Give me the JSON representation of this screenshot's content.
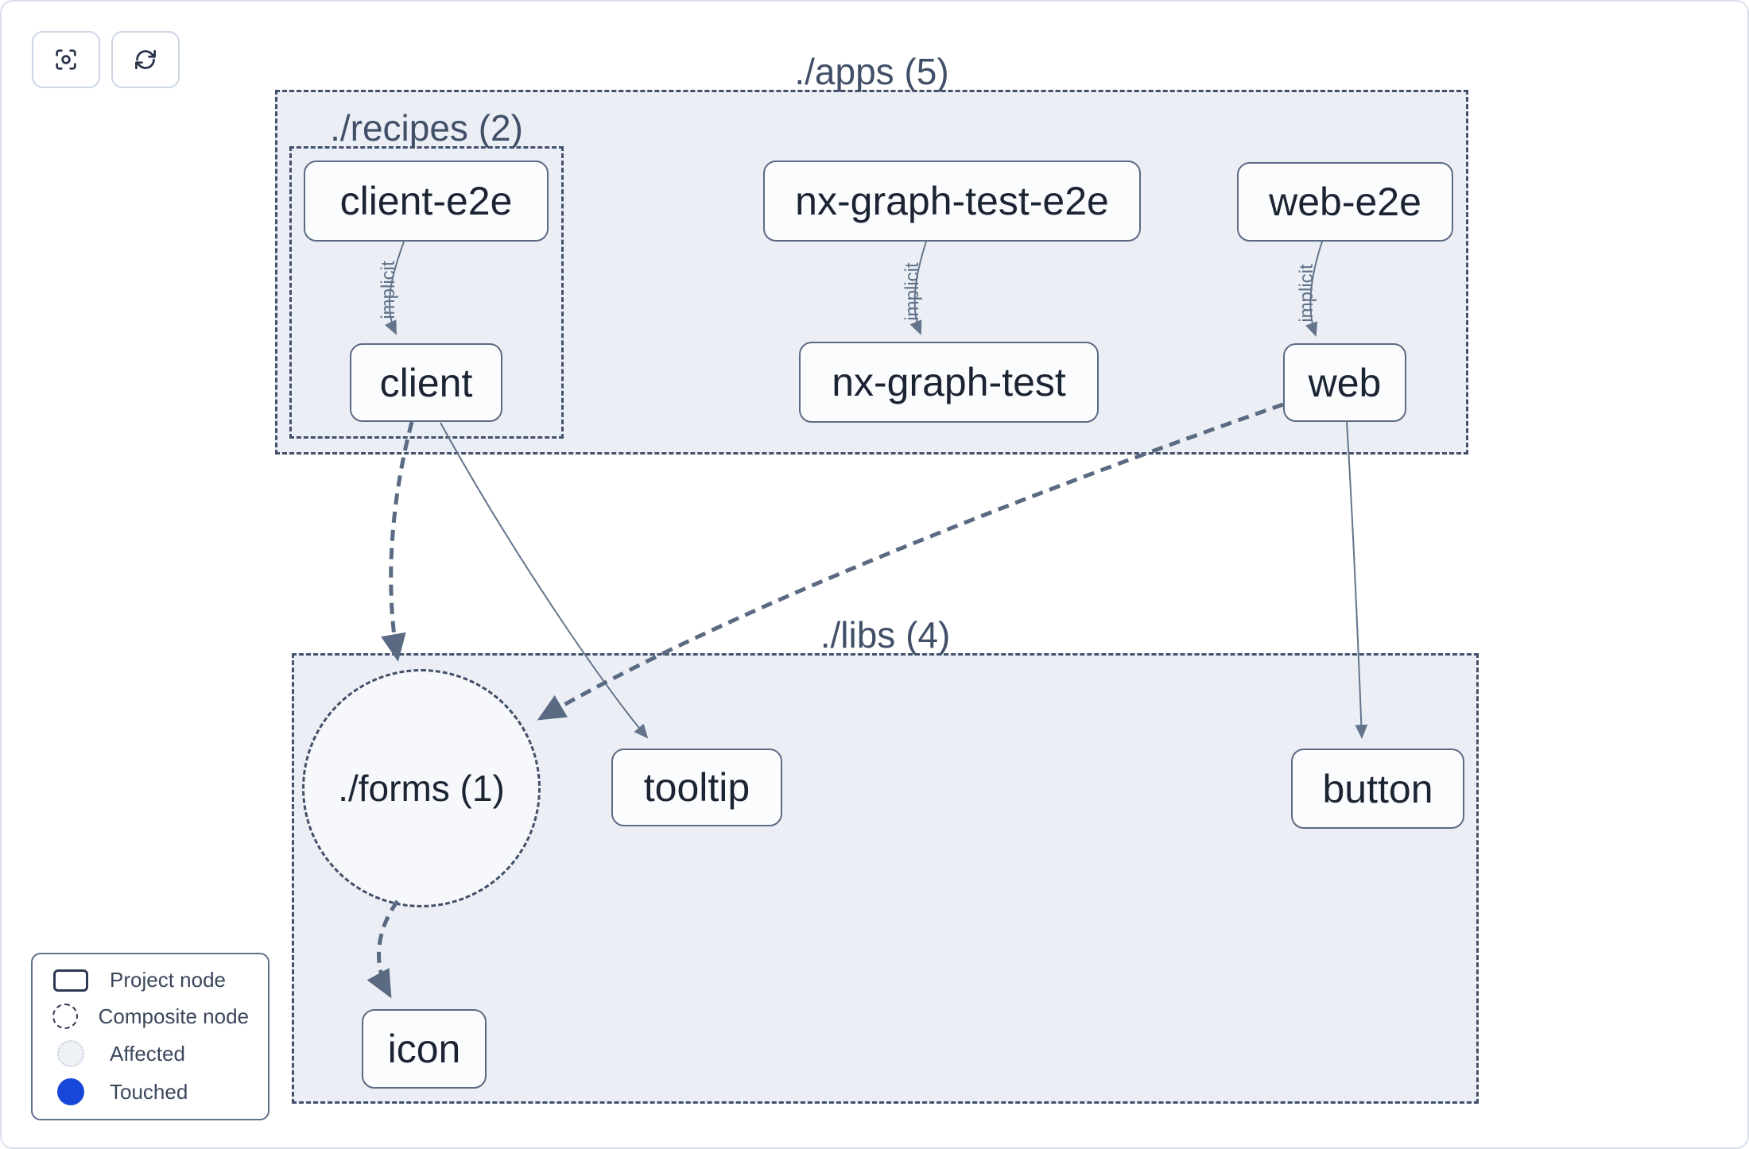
{
  "toolbar": {
    "buttons": [
      {
        "name": "focus",
        "icon": "focus-crosshair-icon"
      },
      {
        "name": "refresh",
        "icon": "refresh-icon"
      }
    ]
  },
  "graph": {
    "groups": {
      "apps": "./apps (5)",
      "recipes": "./recipes (2)",
      "libs": "./libs (4)"
    },
    "composite_nodes": {
      "forms": "./forms (1)"
    },
    "nodes": {
      "client_e2e": "client-e2e",
      "nx_graph_test_e2e": "nx-graph-test-e2e",
      "web_e2e": "web-e2e",
      "client": "client",
      "nx_graph_test": "nx-graph-test",
      "web": "web",
      "tooltip": "tooltip",
      "button": "button",
      "icon": "icon"
    },
    "edge_label": "implicit",
    "edges": [
      {
        "from": "client-e2e",
        "to": "client",
        "type": "implicit"
      },
      {
        "from": "nx-graph-test-e2e",
        "to": "nx-graph-test",
        "type": "implicit"
      },
      {
        "from": "web-e2e",
        "to": "web",
        "type": "implicit"
      },
      {
        "from": "client",
        "to": "./forms (1)",
        "type": "affected-dashed"
      },
      {
        "from": "web",
        "to": "./forms (1)",
        "type": "affected-dashed"
      },
      {
        "from": "./forms (1)",
        "to": "icon",
        "type": "affected-dashed"
      },
      {
        "from": "client",
        "to": "tooltip",
        "type": "direct"
      },
      {
        "from": "web",
        "to": "button",
        "type": "direct"
      }
    ]
  },
  "legend": {
    "items": [
      {
        "label": "Project node",
        "swatch": "project-rect"
      },
      {
        "label": "Composite node",
        "swatch": "composite-dashed-circle"
      },
      {
        "label": "Affected",
        "swatch": "affected-light-circle"
      },
      {
        "label": "Touched",
        "swatch": "touched-blue-circle"
      }
    ]
  },
  "colors": {
    "container_fill": "#ebeff5",
    "container_border": "#42506a",
    "node_fill": "#fbfcfe",
    "node_border": "#5b6a84",
    "node_text": "#1b2433",
    "group_label_text": "#414f68",
    "edge_thin": "#64748b",
    "edge_thick": "#5a6a82",
    "edge_label_text": "#5f7086",
    "touched_blue": "#1747d8",
    "page_border": "#d9e0ec"
  }
}
